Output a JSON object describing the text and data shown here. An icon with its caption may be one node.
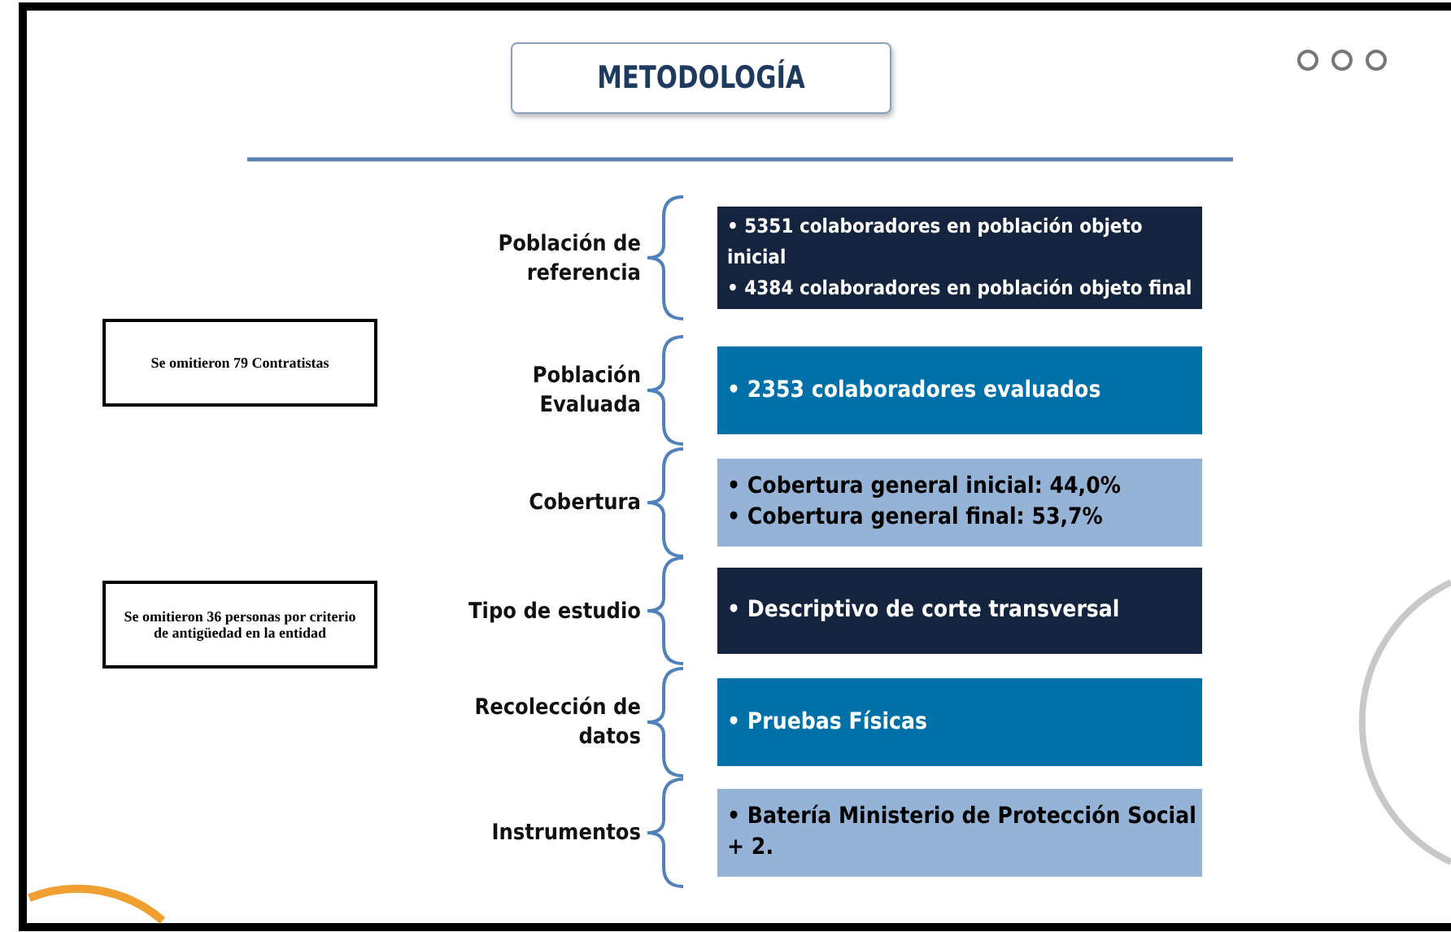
{
  "diagram": {
    "nodes": [
      {
        "text": [
          "METODOLOGÍA"
        ]
      },
      {
        "text": [
          "• 5351 colaboradores en población objeto  inicial",
          "• 4384 colaboradores en población objeto  final"
        ],
        "beside": [
          "Población de referencia"
        ]
      },
      {
        "text": [
          "Se omitieron 79 Contratistas"
        ]
      },
      {
        "text": [
          "• 2353 colaboradores evaluados"
        ],
        "beside": [
          "Población Evaluada"
        ]
      },
      {
        "text": [
          "• Cobertura general inicial: 44,0%",
          "• Cobertura general final: 53,7%"
        ],
        "beside": [
          "Cobertura"
        ]
      },
      {
        "text": [
          "Se omitieron 36 personas por criterio de antigüedad en la entidad"
        ]
      },
      {
        "text": [
          "• Descriptivo de corte transversal"
        ],
        "beside": [
          "Tipo de estudio"
        ]
      },
      {
        "text": [
          "• Pruebas Físicas"
        ],
        "beside": [
          "Recolección de datos"
        ]
      },
      {
        "text": [
          "• Batería Ministerio de Protección Social + 2."
        ],
        "beside": [
          "Instrumentos"
        ]
      }
    ],
    "edges": []
  }
}
